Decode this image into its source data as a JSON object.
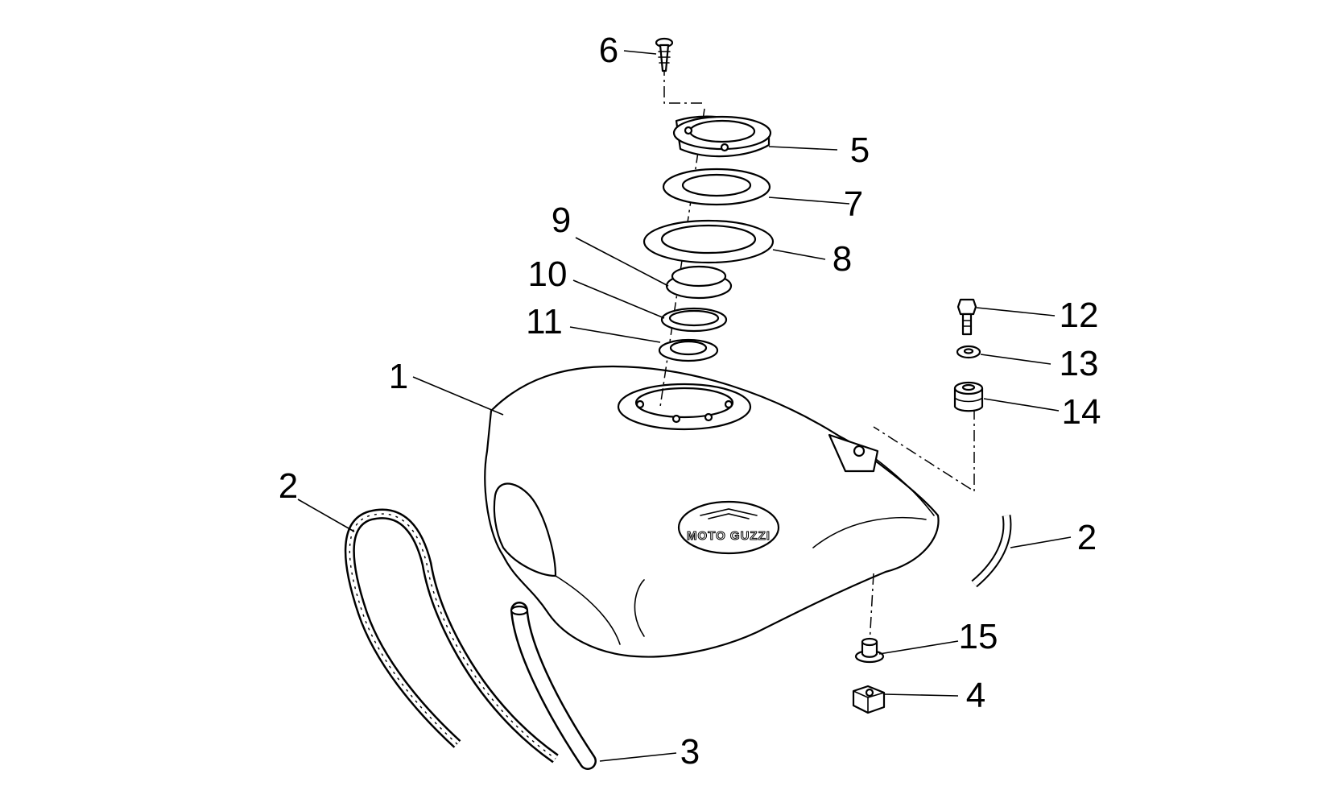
{
  "callouts": {
    "c1": "1",
    "c2a": "2",
    "c2b": "2",
    "c3": "3",
    "c4": "4",
    "c5": "5",
    "c6": "6",
    "c7": "7",
    "c8": "8",
    "c9": "9",
    "c10": "10",
    "c11": "11",
    "c12": "12",
    "c13": "13",
    "c14": "14",
    "c15": "15"
  },
  "logo": {
    "text": "MOTO GUZZI"
  }
}
